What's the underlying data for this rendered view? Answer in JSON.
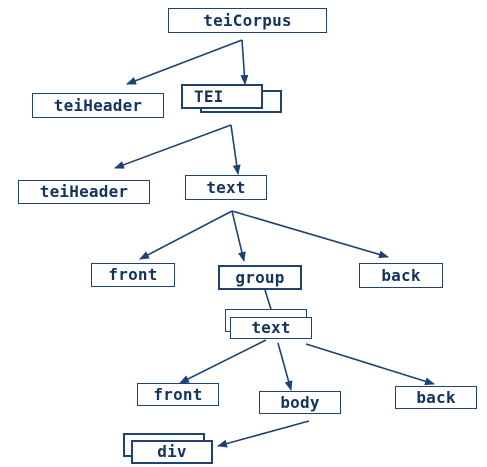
{
  "colors": {
    "line": "#1e4370",
    "text": "#12345e",
    "background": "#ffffff"
  },
  "nodes": {
    "teiCorpus": "teiCorpus",
    "teiHeader_1": "teiHeader",
    "TEI": "TEI",
    "teiHeader_2": "teiHeader",
    "text_1": "text",
    "front_1": "front",
    "group": "group",
    "back_1": "back",
    "text_2": "text",
    "front_2": "front",
    "body": "body",
    "back_2": "back",
    "div": "div"
  }
}
